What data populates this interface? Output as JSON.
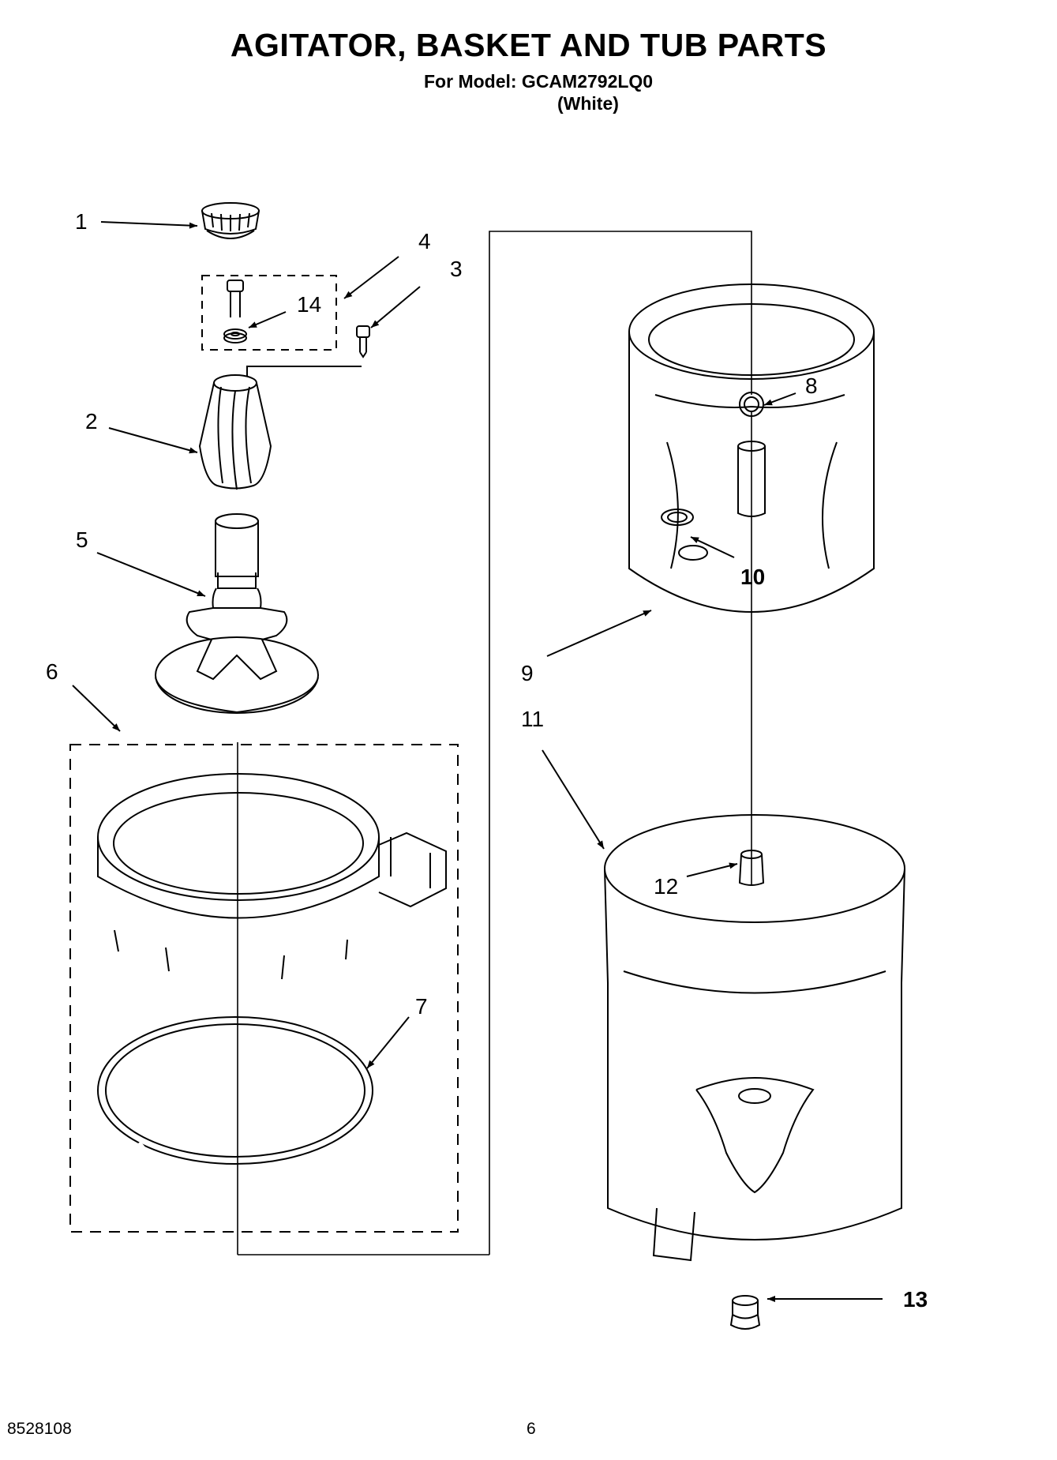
{
  "header": {
    "title": "AGITATOR, BASKET AND TUB PARTS",
    "model_line": "For Model: GCAM2792LQ0",
    "color_line": "(White)"
  },
  "callouts": [
    {
      "id": "1",
      "label": "1"
    },
    {
      "id": "2",
      "label": "2"
    },
    {
      "id": "3",
      "label": "3"
    },
    {
      "id": "4",
      "label": "4"
    },
    {
      "id": "5",
      "label": "5"
    },
    {
      "id": "6",
      "label": "6"
    },
    {
      "id": "7",
      "label": "7"
    },
    {
      "id": "8",
      "label": "8"
    },
    {
      "id": "9",
      "label": "9"
    },
    {
      "id": "10",
      "label": "10"
    },
    {
      "id": "11",
      "label": "11"
    },
    {
      "id": "12",
      "label": "12"
    },
    {
      "id": "13",
      "label": "13"
    },
    {
      "id": "14",
      "label": "14"
    }
  ],
  "footer": {
    "doc_number": "8528108",
    "page_number": "6"
  }
}
